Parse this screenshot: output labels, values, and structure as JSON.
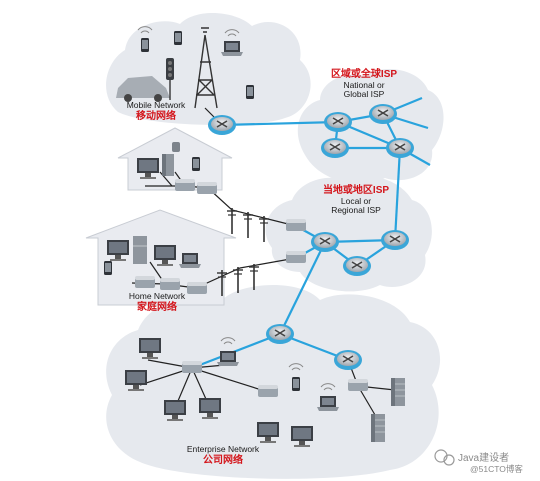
{
  "regions": {
    "mobile": {
      "en": "Mobile Network",
      "cn": "移动网络"
    },
    "global_isp": {
      "cn": "区域或全球ISP",
      "en_line1": "National or",
      "en_line2": "Global ISP"
    },
    "regional_isp": {
      "cn": "当地或地区ISP",
      "en_line1": "Local or",
      "en_line2": "Regional ISP"
    },
    "home": {
      "en": "Home Network",
      "cn": "家庭网络"
    },
    "enterprise": {
      "en": "Enterprise Network",
      "cn": "公司网络"
    }
  },
  "watermark": {
    "line1": "Java建设者",
    "line2": "@51CTO博客"
  },
  "colors": {
    "link": "#29a3dd",
    "router": "#3aa6d8",
    "cloud": "#e6e9ee",
    "house": "#e9ebf0",
    "label_red": "#d4161c"
  }
}
